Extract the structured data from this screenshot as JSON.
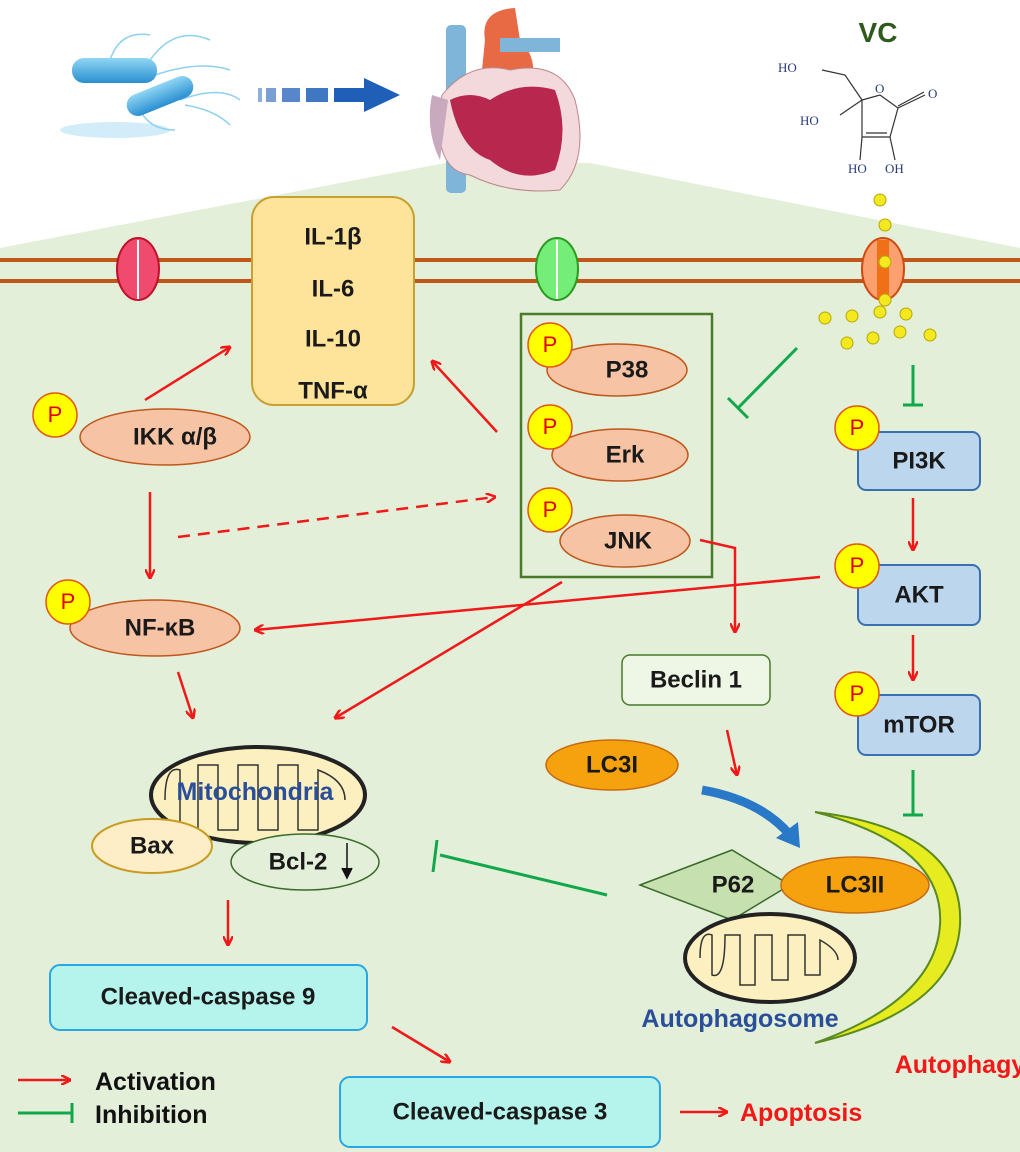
{
  "colors": {
    "activation": "#f01818",
    "inhibition": "#10a84a",
    "background": "#e3efd9",
    "membrane": "#c0561a",
    "phospho": "#ffff00",
    "kinase_box": "#bcd6ee",
    "caspase_box": "#b4f4ec",
    "cytokine_box": "#fde49a",
    "title_blue": "#2a4f9a"
  },
  "vc": {
    "label": "VC",
    "chem_labels": [
      "HO",
      "HO",
      "O",
      "O",
      "HO",
      "OH"
    ]
  },
  "cytokines": [
    "IL-1β",
    "IL-6",
    "IL-10",
    "TNF-α"
  ],
  "phospho_label": "P",
  "mapk": [
    "P38",
    "Erk",
    "JNK"
  ],
  "nodes": {
    "ikk": "IKK α/β",
    "nfkb": "NF-κB",
    "pi3k": "PI3K",
    "akt": "AKT",
    "mtor": "mTOR",
    "beclin": "Beclin 1",
    "lc3i": "LC3I",
    "lc3ii": "LC3II",
    "p62": "P62",
    "bax": "Bax",
    "bcl2": "Bcl-2",
    "mito": "Mitochondria",
    "autophagosome": "Autophagosome",
    "casp9": "Cleaved-caspase 9",
    "casp3": "Cleaved-caspase 3",
    "apoptosis": "Apoptosis",
    "autophagy": "Autophagy"
  },
  "legend": {
    "activation": "Activation",
    "inhibition": "Inhibition"
  },
  "icons": [
    "bacteria-icon",
    "heart-icon",
    "ion-channel-icon",
    "mitochondria-icon",
    "vitamin-c-structure"
  ]
}
